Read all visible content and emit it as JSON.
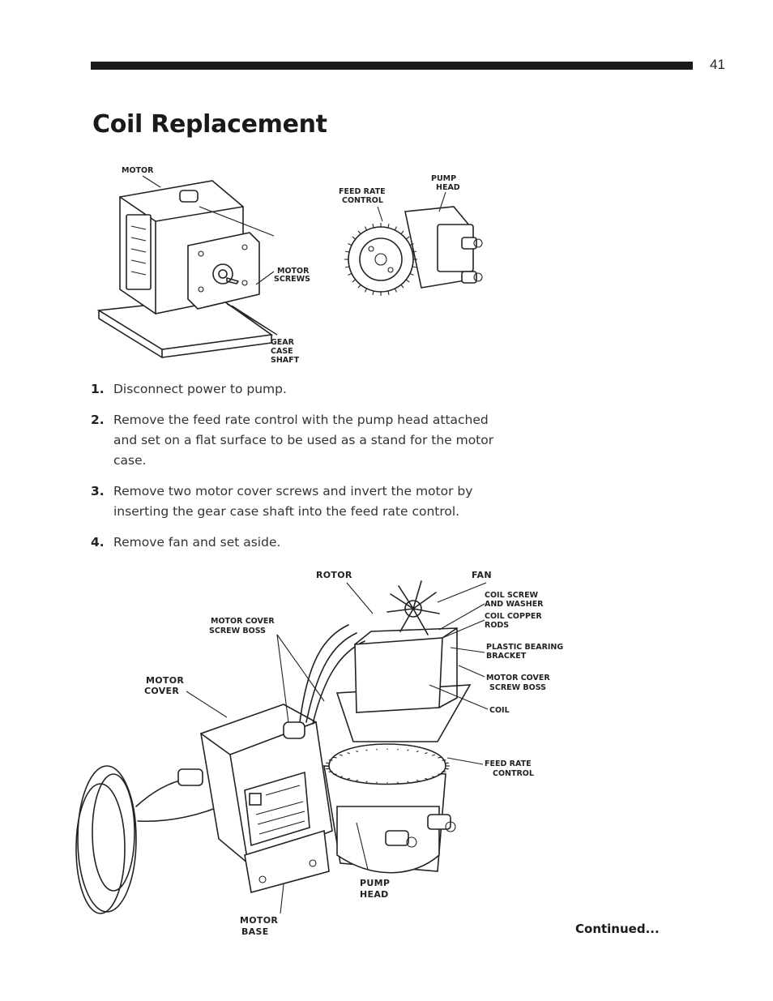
{
  "page": {
    "number": "41",
    "title": "Coil Replacement"
  },
  "figure1": {
    "labels": {
      "motor": "MOTOR",
      "motor_screws": [
        "MOTOR",
        "SCREWS"
      ],
      "gear_case_shaft": [
        "GEAR",
        "CASE",
        "SHAFT"
      ],
      "feed_rate_control": [
        "FEED RATE",
        "CONTROL"
      ],
      "pump_head": [
        "PUMP",
        "HEAD"
      ]
    }
  },
  "steps": [
    {
      "num": "1.",
      "text": "Disconnect power to pump."
    },
    {
      "num": "2.",
      "text": "Remove the feed rate control with the pump head attached and set on a flat surface to be used as a stand for the motor case."
    },
    {
      "num": "3.",
      "text": "Remove two motor cover screws and invert the motor by inserting the gear case shaft into the feed rate control."
    },
    {
      "num": "4.",
      "text": "Remove fan and set aside."
    }
  ],
  "figure2": {
    "labels": {
      "rotor": "ROTOR",
      "fan": "FAN",
      "coil_screw": [
        "COIL SCREW",
        "AND WASHER"
      ],
      "coil_copper_rods": [
        "COIL COPPER",
        "RODS"
      ],
      "plastic_bearing": [
        "PLASTIC BEARING",
        "BRACKET"
      ],
      "motor_cover_screw_boss_right": [
        "MOTOR COVER",
        "SCREW BOSS"
      ],
      "motor_cover_screw_boss_left": [
        "MOTOR COVER",
        "SCREW BOSS"
      ],
      "motor_cover": [
        "MOTOR",
        "COVER"
      ],
      "coil": "COIL",
      "feed_rate_control": [
        "FEED  RATE",
        "CONTROL"
      ],
      "pump_head": [
        "PUMP",
        "HEAD"
      ],
      "motor_base": [
        "MOTOR",
        "BASE"
      ]
    }
  },
  "footer": {
    "continued": "Continued..."
  }
}
